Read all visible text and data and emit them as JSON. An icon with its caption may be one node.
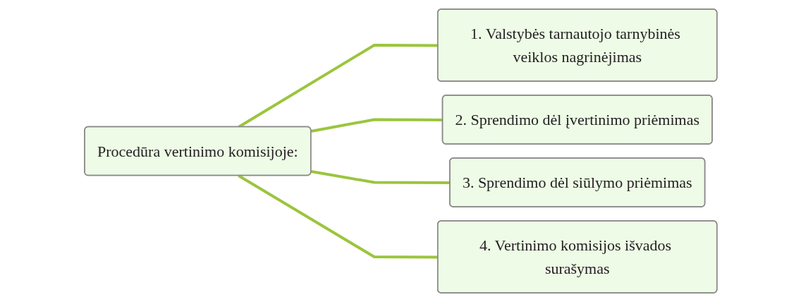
{
  "diagram": {
    "nodes": [
      {
        "text": [
          "Procedūra vertinimo komisijoje:"
        ]
      },
      {
        "text": [
          "1. Valstybės tarnautojo tarnybinės veiklos nagrinėjimas"
        ]
      },
      {
        "text": [
          "2. Sprendimo dėl įvertinimo priėmimas"
        ]
      },
      {
        "text": [
          "3. Sprendimo dėl siūlymo priėmimas"
        ]
      },
      {
        "text": [
          "4. Vertinimo komisijos išvados surašymas"
        ]
      }
    ],
    "edges": [
      {
        "from": 0,
        "to": 1,
        "arrow": "none"
      },
      {
        "from": 0,
        "to": 2,
        "arrow": "none"
      },
      {
        "from": 0,
        "to": 3,
        "arrow": "none"
      },
      {
        "from": 0,
        "to": 4,
        "arrow": "none"
      }
    ]
  }
}
